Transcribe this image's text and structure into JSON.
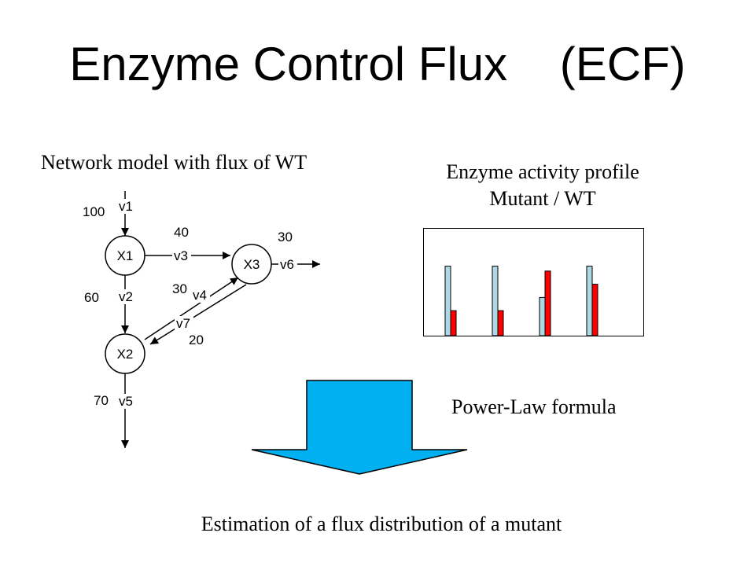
{
  "slide": {
    "title": "Enzyme Control Flux    (ECF)",
    "network_caption": "Network model with flux of WT",
    "profile_caption_line1": "Enzyme activity profile",
    "profile_caption_line2": "Mutant / WT",
    "formula_label": "Power-Law formula",
    "result_caption": "Estimation of a flux distribution of a mutant"
  },
  "network": {
    "nodes": [
      "X1",
      "X2",
      "X3"
    ],
    "reactions": [
      "v1",
      "v2",
      "v3",
      "v4",
      "v5",
      "v6",
      "v7"
    ],
    "flux_values": {
      "v1": "100",
      "v2": "60",
      "v3": "40",
      "v4": "30",
      "v5": "70",
      "v6": "30",
      "v7": "20"
    }
  },
  "chart_data": {
    "type": "bar",
    "categories": [
      "",
      "",
      "",
      ""
    ],
    "series": [
      {
        "color": "#add8e6",
        "values": [
          1.0,
          1.0,
          0.55,
          1.0
        ]
      },
      {
        "color": "#ff0000",
        "values": [
          0.36,
          0.36,
          0.93,
          0.74
        ]
      }
    ],
    "ylim": [
      0,
      1.55
    ],
    "grid": false
  },
  "colors": {
    "arrow_fill": "#00b0f0",
    "bar_wt": "#add8e6",
    "bar_mutant": "#ff0000"
  }
}
